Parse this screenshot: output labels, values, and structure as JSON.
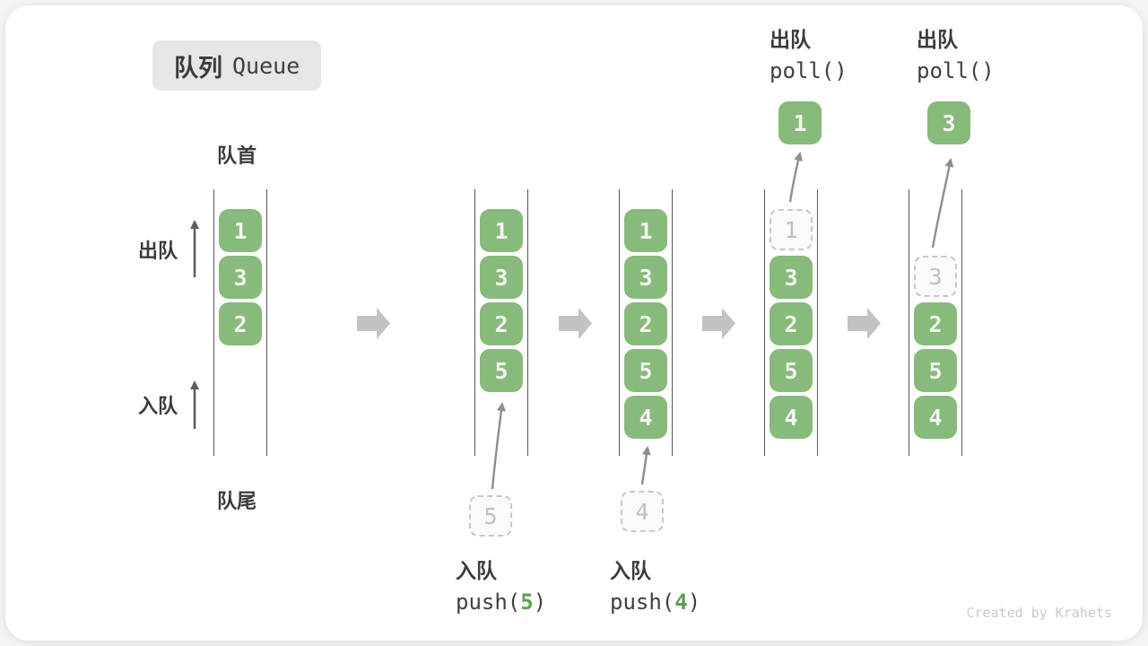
{
  "figure": {
    "title_zh": "队列",
    "title_en": "Queue",
    "front_label": "队首",
    "rear_label": "队尾",
    "dequeue_label": "出队",
    "enqueue_label": "入队",
    "watermark": "Created by Krahets"
  },
  "colors": {
    "box_green": "#87BA7B",
    "box_text": "#F4F6F1",
    "code_arg_green": "#5BA052",
    "dashed_border": "#C8C8C8",
    "dashed_fill": "#FAFAFA",
    "dashed_text": "#C0C0C0",
    "queue_line": "#555555",
    "thin_arrow": "#8E8E8E",
    "direction_arrow": "#5F5F5F",
    "block_arrow": "#C2C2C2",
    "label_text": "#3B3B3B",
    "badge_bg": "#E6E6E6",
    "watermark_text": "#C9C9C9"
  },
  "states": [
    {
      "slots": [
        {
          "value": "1",
          "style": "solid"
        },
        {
          "value": "3",
          "style": "solid"
        },
        {
          "value": "2",
          "style": "solid"
        }
      ]
    },
    {
      "slots": [
        {
          "value": "1",
          "style": "solid"
        },
        {
          "value": "3",
          "style": "solid"
        },
        {
          "value": "2",
          "style": "solid"
        },
        {
          "value": "5",
          "style": "solid"
        }
      ],
      "incoming_value": "5",
      "annotation": {
        "action": "入队",
        "code_before": "push(",
        "code_arg": "5",
        "code_after": ")"
      }
    },
    {
      "slots": [
        {
          "value": "1",
          "style": "solid"
        },
        {
          "value": "3",
          "style": "solid"
        },
        {
          "value": "2",
          "style": "solid"
        },
        {
          "value": "5",
          "style": "solid"
        },
        {
          "value": "4",
          "style": "solid"
        }
      ],
      "incoming_value": "4",
      "annotation": {
        "action": "入队",
        "code_before": "push(",
        "code_arg": "4",
        "code_after": ")"
      }
    },
    {
      "slots": [
        {
          "value": "1",
          "style": "dashed"
        },
        {
          "value": "3",
          "style": "solid"
        },
        {
          "value": "2",
          "style": "solid"
        },
        {
          "value": "5",
          "style": "solid"
        },
        {
          "value": "4",
          "style": "solid"
        }
      ],
      "popped_value": "1",
      "annotation_top": {
        "action": "出队",
        "code": "poll()"
      }
    },
    {
      "slots": [
        null,
        {
          "value": "3",
          "style": "dashed"
        },
        {
          "value": "2",
          "style": "solid"
        },
        {
          "value": "5",
          "style": "solid"
        },
        {
          "value": "4",
          "style": "solid"
        }
      ],
      "popped_value": "3",
      "annotation_top": {
        "action": "出队",
        "code": "poll()"
      }
    }
  ]
}
